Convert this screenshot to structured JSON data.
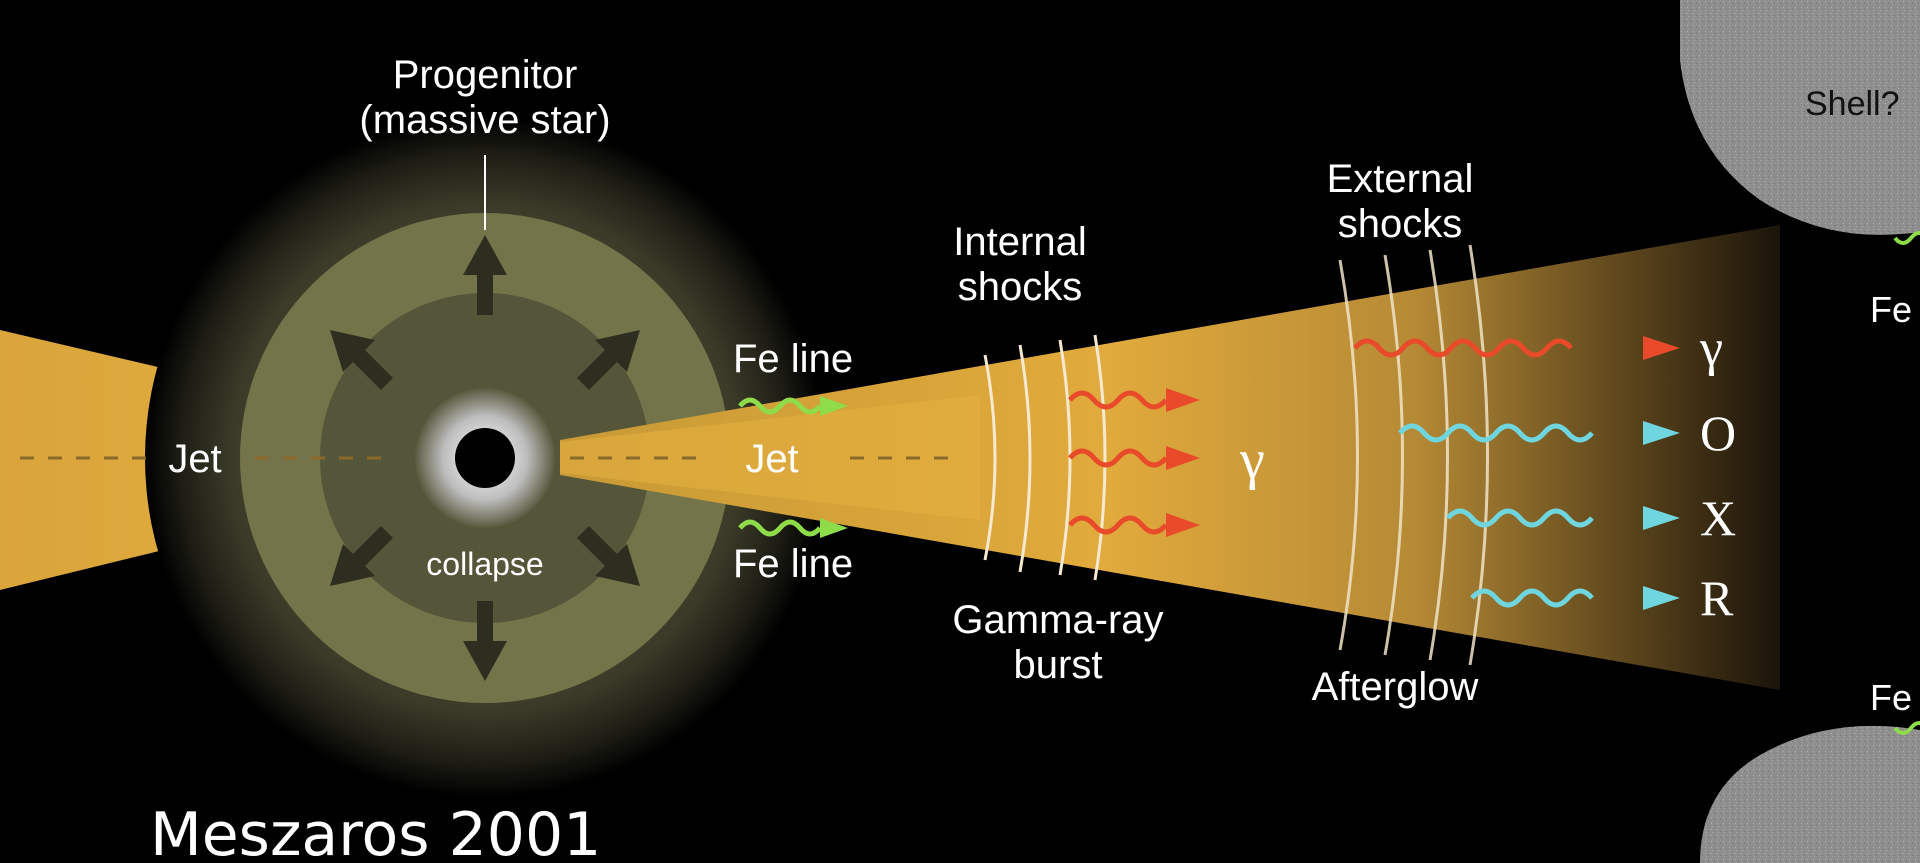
{
  "labels": {
    "progenitor_line1": "Progenitor",
    "progenitor_line2": "(massive star)",
    "jet_left": "Jet",
    "jet_right": "Jet",
    "collapse": "collapse",
    "fe_line_top": "Fe line",
    "fe_line_bottom": "Fe line",
    "internal_shocks_line1": "Internal",
    "internal_shocks_line2": "shocks",
    "external_shocks_line1": "External",
    "external_shocks_line2": "shocks",
    "gamma_ray_burst_line1": "Gamma-ray",
    "gamma_ray_burst_line2": "burst",
    "afterglow": "Afterglow",
    "gamma_mid": "γ",
    "gamma_right": "γ",
    "optical": "O",
    "xray": "X",
    "radio": "R",
    "shell": "Shell?",
    "fe_right_top": "Fe",
    "fe_right_bottom": "Fe"
  },
  "credit": "Meszaros 2001",
  "colors": {
    "background": "#000000",
    "jet": "#e0a83a",
    "star_outer": "#5e5e3a",
    "star_inner": "#8a8a55",
    "red_wave": "#e84a2a",
    "cyan_wave": "#6fd6e0",
    "green_wave": "#8fdc4a",
    "shell": "#9a9a9a",
    "text": "#ffffff"
  }
}
